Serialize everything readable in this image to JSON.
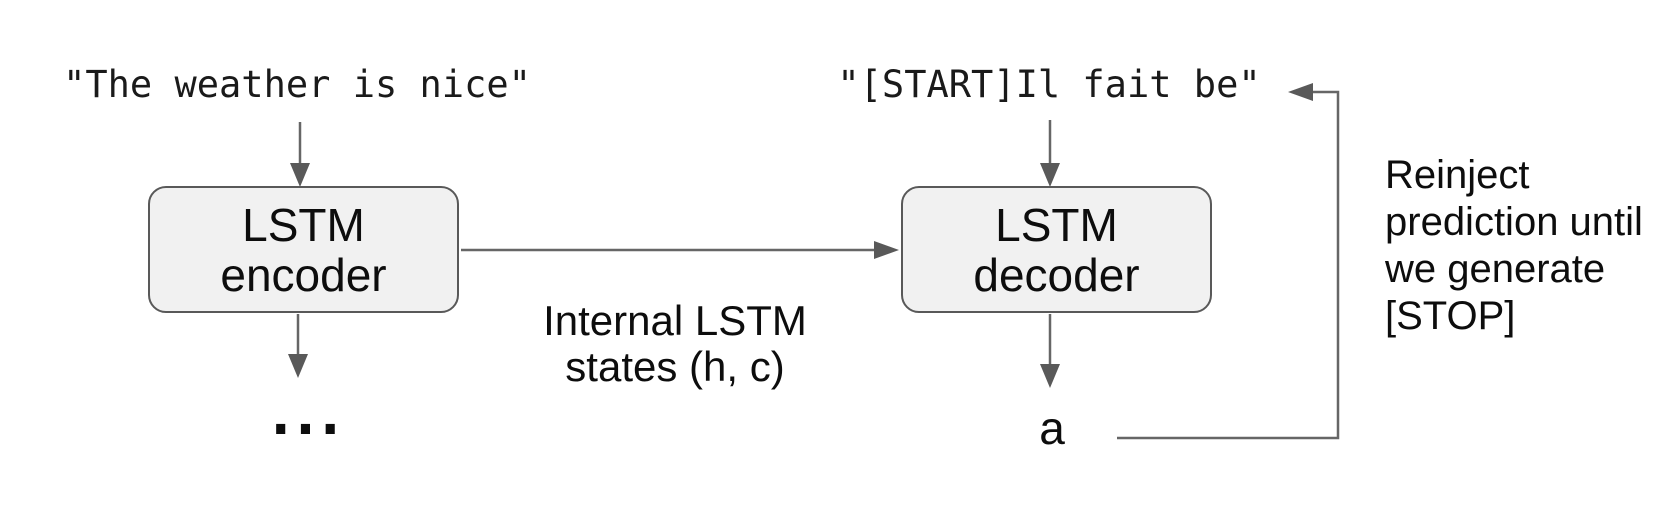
{
  "figure": {
    "encoder": {
      "input_text": "\"The weather is nice\"",
      "label": "LSTM\nencoder",
      "output_text": "..."
    },
    "decoder": {
      "input_text": "\"[START]Il fait be\"",
      "label": "LSTM\ndecoder",
      "output_text": "a"
    },
    "states_label": "Internal LSTM\nstates (h, c)",
    "loop_note_lines": {
      "0": "Reinject",
      "1": "prediction until",
      "2": "we generate",
      "3": "[STOP]"
    },
    "colors": {
      "background": "#ffffff",
      "node_fill": "#f1f1f1",
      "node_border": "#595959",
      "arrow": "#666666",
      "text": "#000000"
    }
  }
}
